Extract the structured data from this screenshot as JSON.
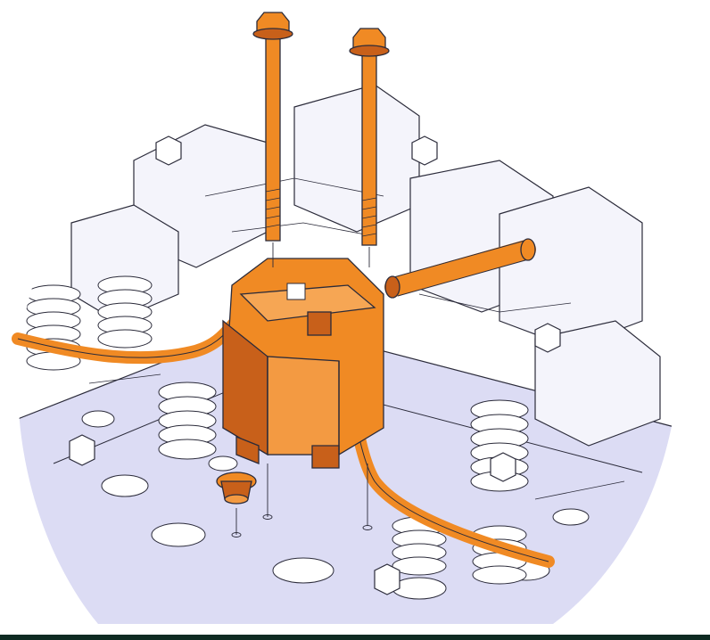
{
  "diagram": {
    "kind": "exploded-assembly-illustration",
    "highlight_color": "#f08a24",
    "highlight_dark": "#c8601a",
    "line_color": "#2b2b3a",
    "shadow_fill": "#d9daf2",
    "background_fill": "#ffffff",
    "parts": [
      {
        "name": "bolt",
        "count": 2,
        "highlighted": true
      },
      {
        "name": "actuator-module",
        "count": 1,
        "highlighted": true
      },
      {
        "name": "harness-tube",
        "count": 2,
        "highlighted": true
      },
      {
        "name": "transfer-tube",
        "count": 1,
        "highlighted": true
      },
      {
        "name": "seal-grommet",
        "count": 1,
        "highlighted": true
      },
      {
        "name": "valve-spring",
        "count": 6,
        "highlighted": false
      },
      {
        "name": "rocker-arm",
        "count": 4,
        "highlighted": false
      },
      {
        "name": "hex-nut",
        "count": 6,
        "highlighted": false
      }
    ]
  },
  "chrome": {
    "bottom_bar_color": "#0e2a22"
  }
}
